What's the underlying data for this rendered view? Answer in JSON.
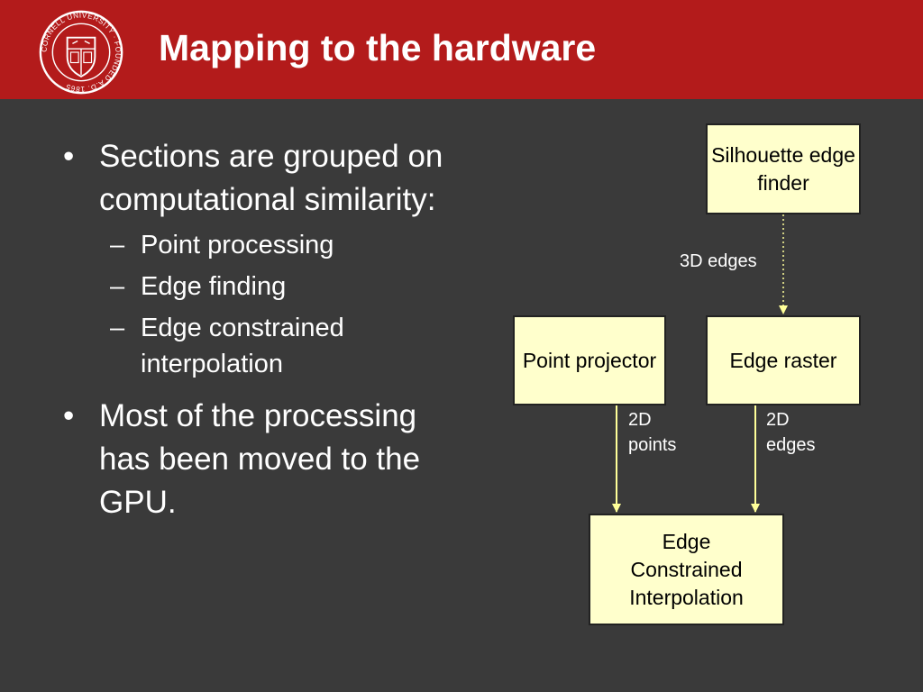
{
  "header": {
    "title": "Mapping to the hardware",
    "seal_text": "CORNELL UNIVERSITY · FOUNDED A.D. 1865",
    "brand_color": "#b31b1b"
  },
  "bullets": [
    {
      "text": "Sections are grouped on computational similarity:",
      "sub": [
        "Point processing",
        "Edge finding",
        "Edge constrained interpolation"
      ]
    },
    {
      "text": "Most of the processing has been moved to the GPU.",
      "sub": []
    }
  ],
  "marks": {
    "bullet": "•",
    "dash": "–"
  },
  "diagram": {
    "nodes": {
      "silhouette": "Silhouette edge finder",
      "point_projector": "Point projector",
      "edge_raster": "Edge raster",
      "eci": "Edge Constrained Interpolation"
    },
    "edges": {
      "edges_3d": "3D edges",
      "points_2d_line1": "2D",
      "points_2d_line2": "points",
      "edges_2d_line1": "2D",
      "edges_2d_line2": "edges"
    },
    "colors": {
      "box_fill": "#ffffcc",
      "arrow": "#ffff99",
      "background": "#3a3a3a"
    }
  }
}
